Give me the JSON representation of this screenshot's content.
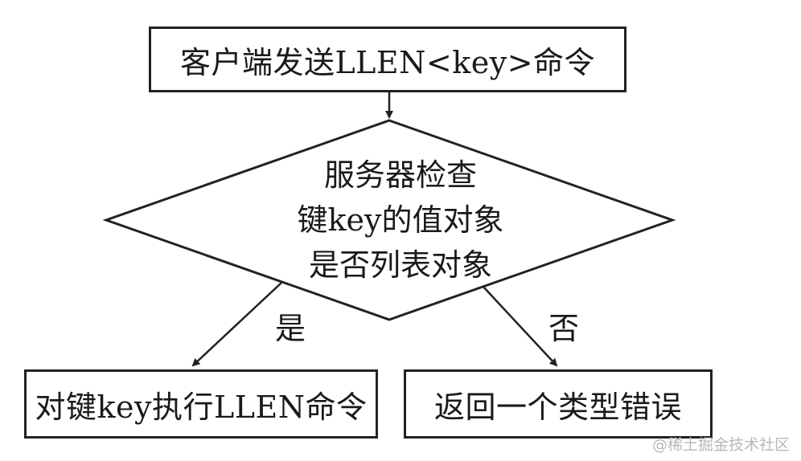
{
  "flowchart": {
    "start_box": "客户端发送LLEN<key>命令",
    "decision": {
      "line1": "服务器检查",
      "line2": "键key的值对象",
      "line3": "是否列表对象"
    },
    "branch_yes_label": "是",
    "branch_no_label": "否",
    "yes_box": "对键key执行LLEN命令",
    "no_box": "返回一个类型错误"
  },
  "watermark": "@稀土掘金技术社区",
  "colors": {
    "stroke": "#222222",
    "background": "#ffffff",
    "watermark": "#b8b8b8"
  }
}
